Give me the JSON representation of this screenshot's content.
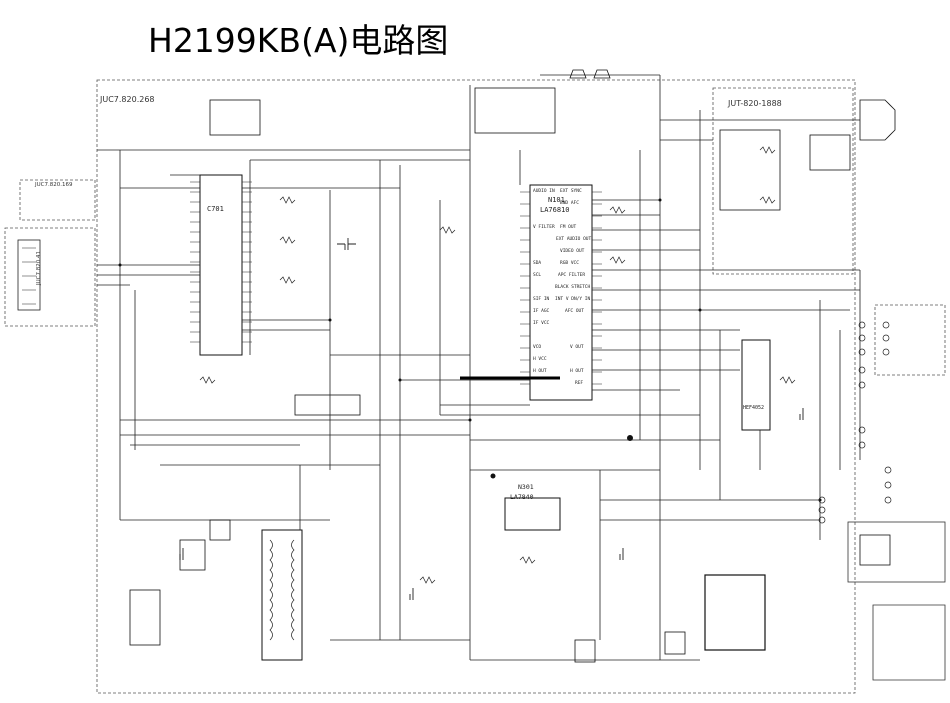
{
  "title": "H2199KB(A)电路图",
  "boards": {
    "main": "JUC7.820.268",
    "crt": "JUT-820-1888",
    "small_left": "JUC7.820.169",
    "left_vertical": "JUC7.820.41"
  },
  "ics": {
    "cpu": "C701",
    "signal_proc": "N101",
    "signal_proc_part": "LA76810",
    "audio_amp": "N301",
    "audio_amp_part": "LA7840",
    "audio_proc": "HEF4052"
  },
  "pins_n101": [
    "EXT SYNC",
    "BND AFC",
    "FM OUT",
    "EXT AUDIO OUT",
    "VIDEO OUT",
    "RGB VCC",
    "APC FILTER",
    "BLACK STRETCH",
    "INT V DN/Y IN",
    "AFC OUT",
    "V OUT",
    "H OUT",
    "REF"
  ],
  "pins_n101_left": [
    "AUDIO IN",
    "V FILTER",
    "SDA",
    "SCL",
    "SIF IN",
    "IF AGC",
    "IF VCC",
    "VCO",
    "H VCC",
    "H OUT"
  ]
}
